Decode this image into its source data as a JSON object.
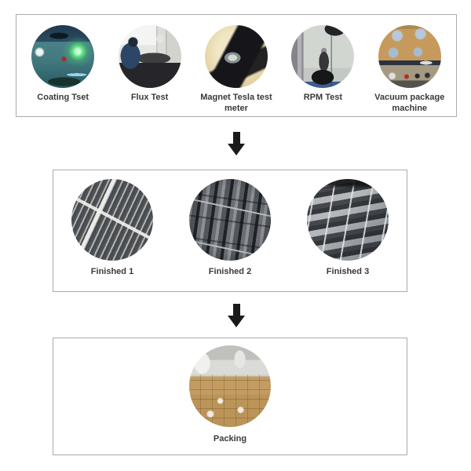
{
  "style": {
    "background": "#ffffff",
    "box_border": "#ababab",
    "label_color": "#3a3a3a",
    "arrow_color": "#1a1a1a"
  },
  "process": {
    "tests": {
      "items": [
        {
          "label": "Coating Tset",
          "photo": "coating-test-machine"
        },
        {
          "label": "Flux Test",
          "photo": "flux-test-station"
        },
        {
          "label": "Magnet Tesla test meter",
          "photo": "magnet-tesla-test-meter"
        },
        {
          "label": "RPM Test",
          "photo": "rpm-test-machine"
        },
        {
          "label": "Vacuum package machine",
          "photo": "vacuum-package-machine"
        }
      ]
    },
    "finished": {
      "items": [
        {
          "label": "Finished 1",
          "photo": "finished-parts-in-trays"
        },
        {
          "label": "Finished 2",
          "photo": "finished-rotors-closeup"
        },
        {
          "label": "Finished 3",
          "photo": "finished-parts-rows"
        }
      ]
    },
    "packing": {
      "items": [
        {
          "label": "Packing",
          "photo": "warehouse-packed-boxes"
        }
      ]
    }
  }
}
